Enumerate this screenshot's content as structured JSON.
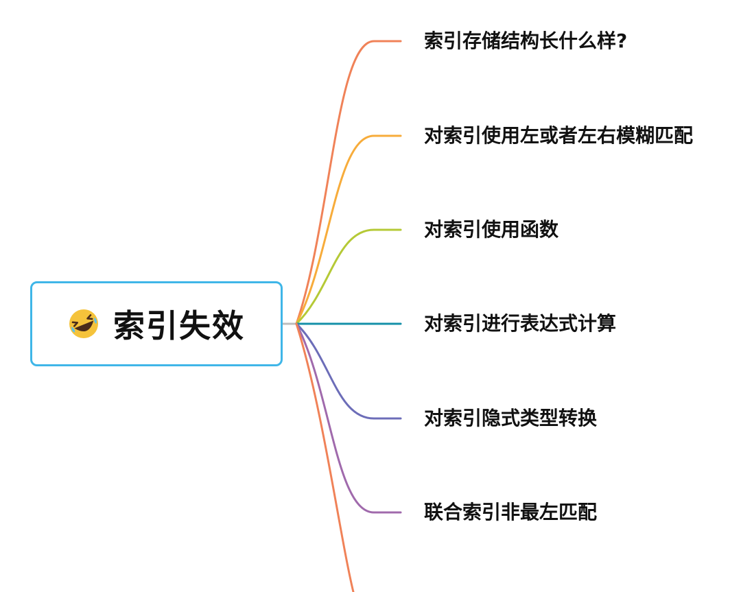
{
  "root": {
    "label": "索引失效",
    "icon": "rolling-on-floor-laughing-emoji-icon",
    "border_color": "#3fb6e8"
  },
  "branches": [
    {
      "label": "索引存储结构长什么样?",
      "color": "#f08258"
    },
    {
      "label": "对索引使用左或者左右模糊匹配",
      "color": "#f7ac3b"
    },
    {
      "label": "对索引使用函数",
      "color": "#b5c936"
    },
    {
      "label": "对索引进行表达式计算",
      "color": "#1590a8"
    },
    {
      "label": "对索引隐式类型转换",
      "color": "#6c6db8"
    },
    {
      "label": "联合索引非最左匹配",
      "color": "#a06aac"
    },
    {
      "label": "",
      "color": "#f08258"
    }
  ]
}
